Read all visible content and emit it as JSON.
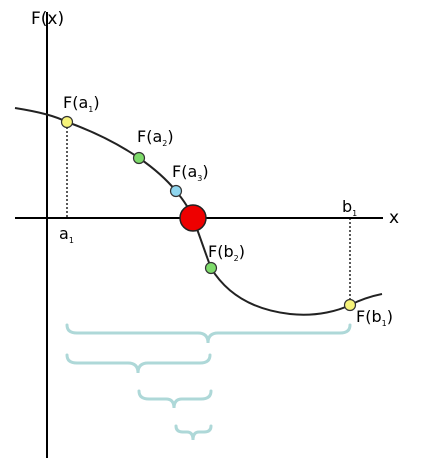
{
  "axes": {
    "y_label": "F(x)",
    "x_label": "x"
  },
  "points": {
    "a1": {
      "base": "F(a",
      "sub": "1",
      "tail": ")",
      "color": "#f7f47a"
    },
    "a2": {
      "base": "F(a",
      "sub": "2",
      "tail": ")",
      "color": "#7ddb6a"
    },
    "a3": {
      "base": "F(a",
      "sub": "3",
      "tail": ")",
      "color": "#8fd6ef"
    },
    "b2": {
      "base": "F(b",
      "sub": "2",
      "tail": ")",
      "color": "#7ddb6a"
    },
    "b1": {
      "base": "F(b",
      "sub": "1",
      "tail": ")",
      "color": "#f7f47a"
    },
    "root": {
      "color": "#ee0000"
    }
  },
  "ticks": {
    "a1": {
      "base": "a",
      "sub": "1"
    },
    "b1": {
      "base": "b",
      "sub": "1"
    }
  },
  "brace_color": "#aed8d8",
  "curve_color": "#222222"
}
